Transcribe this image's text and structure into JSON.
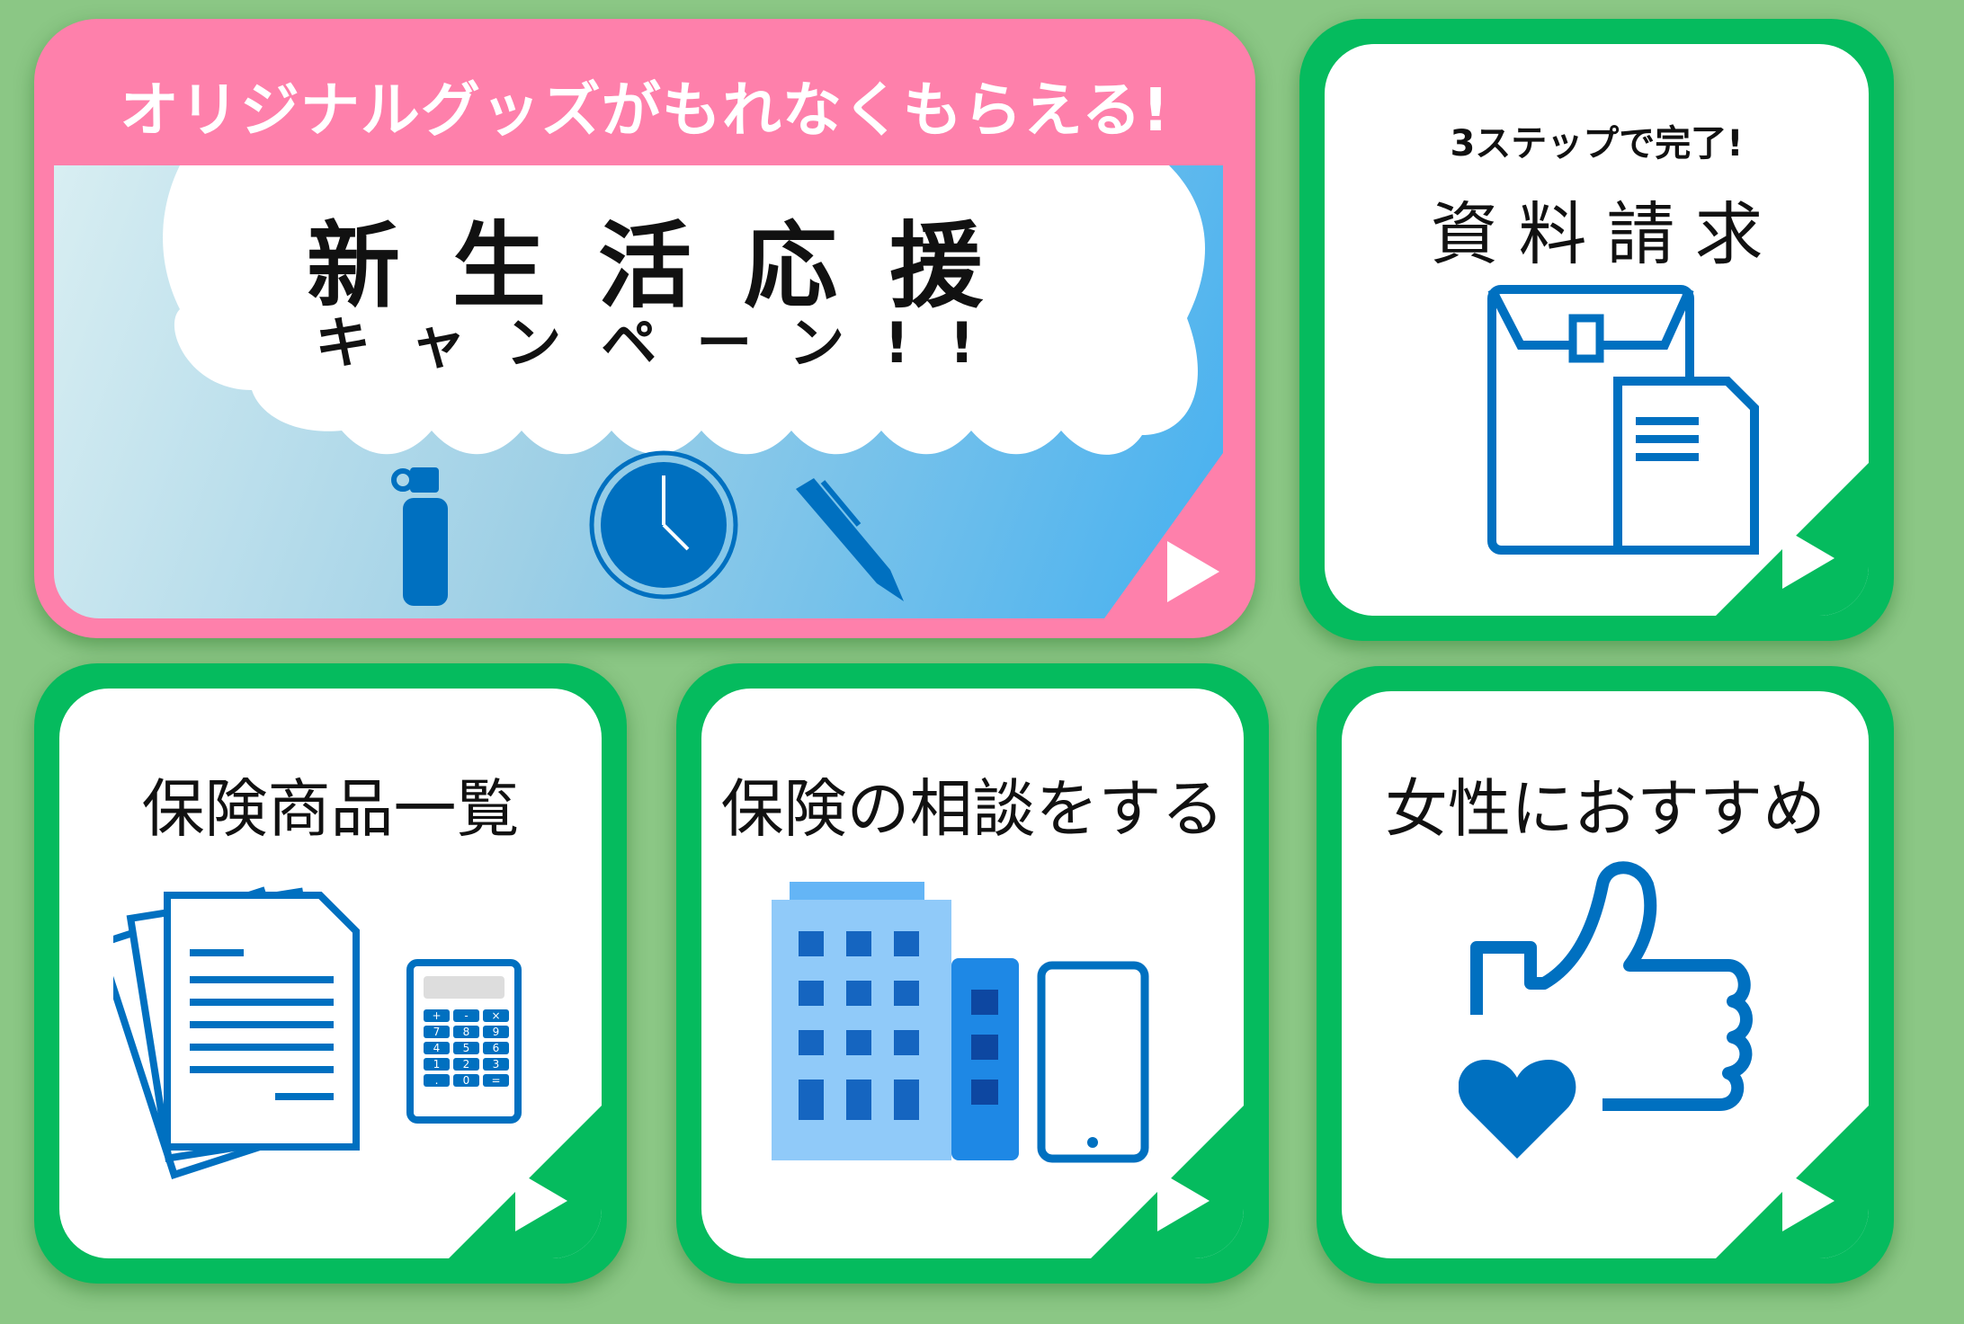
{
  "banner": {
    "headline": "オリジナルグッズがもれなくもらえる!",
    "title": "新生活応援",
    "subtitle": "キャンペーン!!",
    "colors": {
      "frame": "#fe80ab",
      "icon": "#0070c0"
    }
  },
  "cards": [
    {
      "kicker": "3ステップで完了!",
      "title": "資料請求"
    },
    {
      "title": "保険商品一覧"
    },
    {
      "title": "保険の相談をする"
    },
    {
      "title": "女性におすすめ"
    }
  ],
  "calculator_keys": [
    "+",
    "-",
    "×",
    "7",
    "8",
    "9",
    "4",
    "5",
    "6",
    "1",
    "2",
    "3",
    ".",
    "0",
    "="
  ],
  "colors": {
    "background": "#8bc785",
    "card": "#05bb5e",
    "icon": "#0070c0"
  }
}
